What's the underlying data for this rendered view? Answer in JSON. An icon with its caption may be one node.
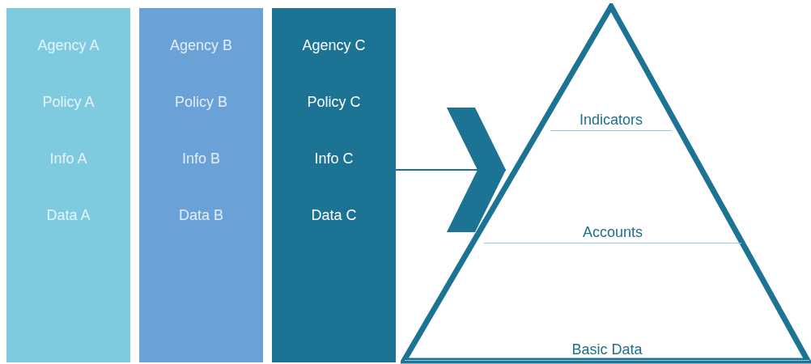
{
  "diagram": {
    "nodes": [
      {
        "text": [
          "Agency A",
          "Policy A",
          "Info A",
          "Data A"
        ]
      },
      {
        "text": [
          "Agency B",
          "Policy B",
          "Info B",
          "Data B"
        ]
      },
      {
        "text": [
          "Agency C",
          "Policy C",
          "Info C",
          "Data C"
        ]
      },
      {
        "text": [],
        "shape": "triangle"
      },
      {
        "text": [
          "Indicators"
        ],
        "in": 3
      },
      {
        "text": [
          "Accounts"
        ],
        "in": 3
      },
      {
        "text": [
          "Basic Data"
        ],
        "in": 3
      }
    ],
    "edges": [
      {
        "from": 2,
        "to": 3,
        "arrow": "to"
      }
    ]
  }
}
